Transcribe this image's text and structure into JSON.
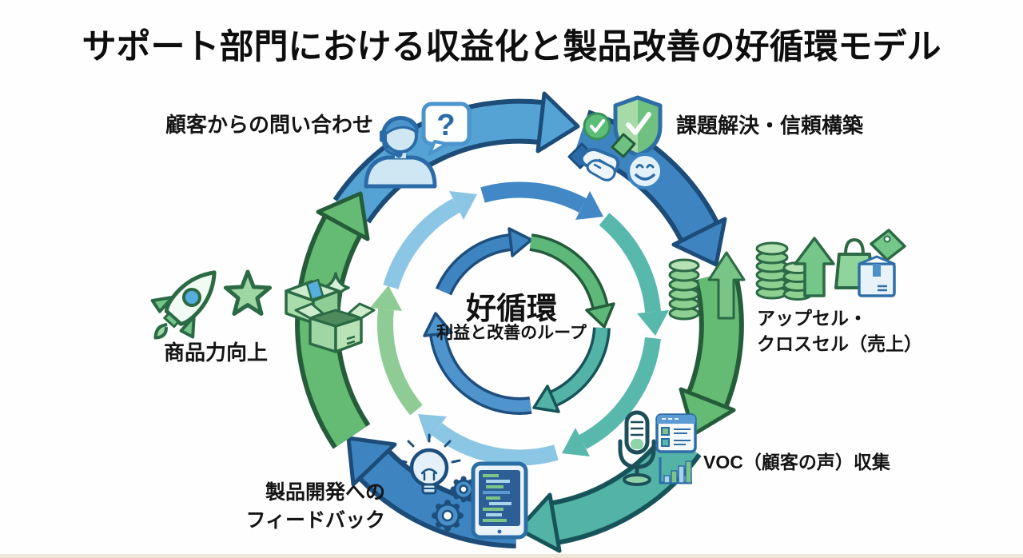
{
  "title": "サポート部門における収益化と製品改善の好循環モデル",
  "center": {
    "heading": "好循環",
    "subheading": "利益と改善のループ"
  },
  "steps": [
    {
      "id": "inquiry",
      "label": "顧客からの問い合わせ",
      "icons": [
        "support-agent-icon",
        "question-bubble-icon"
      ]
    },
    {
      "id": "trust",
      "label": "課題解決・信頼構築",
      "icons": [
        "check-circle-icon",
        "shield-check-icon",
        "handshake-icon",
        "smiley-icon"
      ]
    },
    {
      "id": "upsell",
      "label_line1": "アップセル・",
      "label_line2": "クロスセル（売上）",
      "icons": [
        "coin-stack-icon",
        "growth-arrow-icon",
        "shopping-bag-icon",
        "price-tag-icon",
        "package-box-icon"
      ]
    },
    {
      "id": "voc",
      "label": "VOC（顧客の声）収集",
      "icons": [
        "microphone-icon",
        "survey-form-icon",
        "bar-chart-icon"
      ]
    },
    {
      "id": "feedback",
      "label_line1": "製品開発への",
      "label_line2": "フィードバック",
      "icons": [
        "lightbulb-icon",
        "gears-icon",
        "code-tablet-icon"
      ]
    },
    {
      "id": "product",
      "label": "商品力向上",
      "icons": [
        "rocket-icon",
        "star-icon",
        "boxes-icon",
        "sparkle-icon"
      ]
    }
  ],
  "bubble": {
    "question_mark": "?"
  },
  "colors": {
    "blue": "#3e84c1",
    "blue_light": "#55a3d4",
    "blue_dark": "#1c4c77",
    "green": "#66bb74",
    "green_dark": "#255d3b",
    "teal": "#53b3a6",
    "teal_dark": "#17545a",
    "inner_light_blue": "#8bc6e4",
    "footer_strip": "#ece7d8"
  }
}
